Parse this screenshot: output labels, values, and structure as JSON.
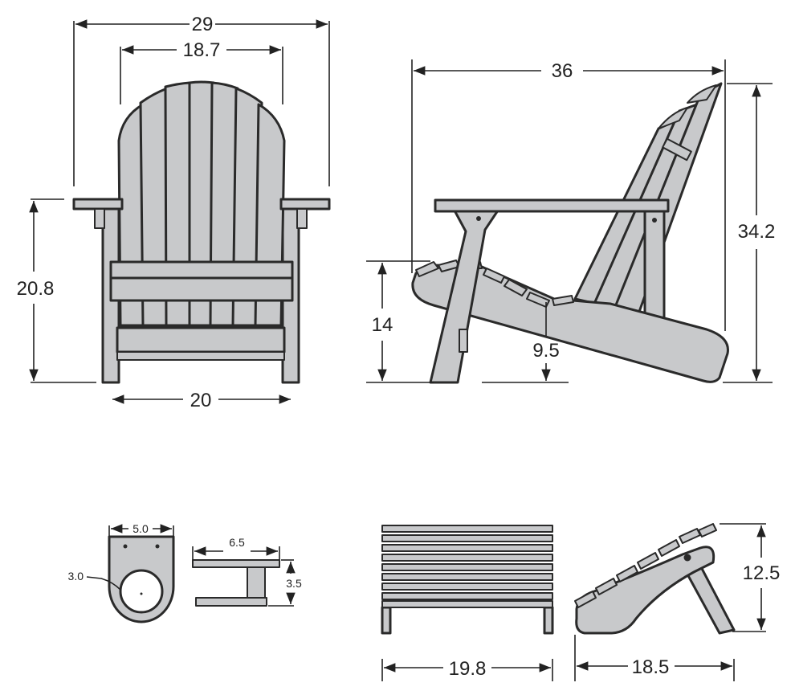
{
  "colors": {
    "part_fill": "#c8c9cb",
    "outline": "#2a2a2a",
    "dim_line": "#222222",
    "background": "#ffffff"
  },
  "front_view": {
    "overall_width": "29",
    "back_width": "18.7",
    "arm_height": "20.8",
    "base_width": "20"
  },
  "side_view": {
    "depth": "36",
    "height": "34.2",
    "seat_front_height": "14",
    "seat_low_height": "9.5"
  },
  "cup_holder": {
    "width": "5.0",
    "hole_diameter": "3.0",
    "side_width": "6.5",
    "side_height": "3.5"
  },
  "ottoman": {
    "width": "19.8",
    "depth": "18.5",
    "height": "12.5"
  }
}
